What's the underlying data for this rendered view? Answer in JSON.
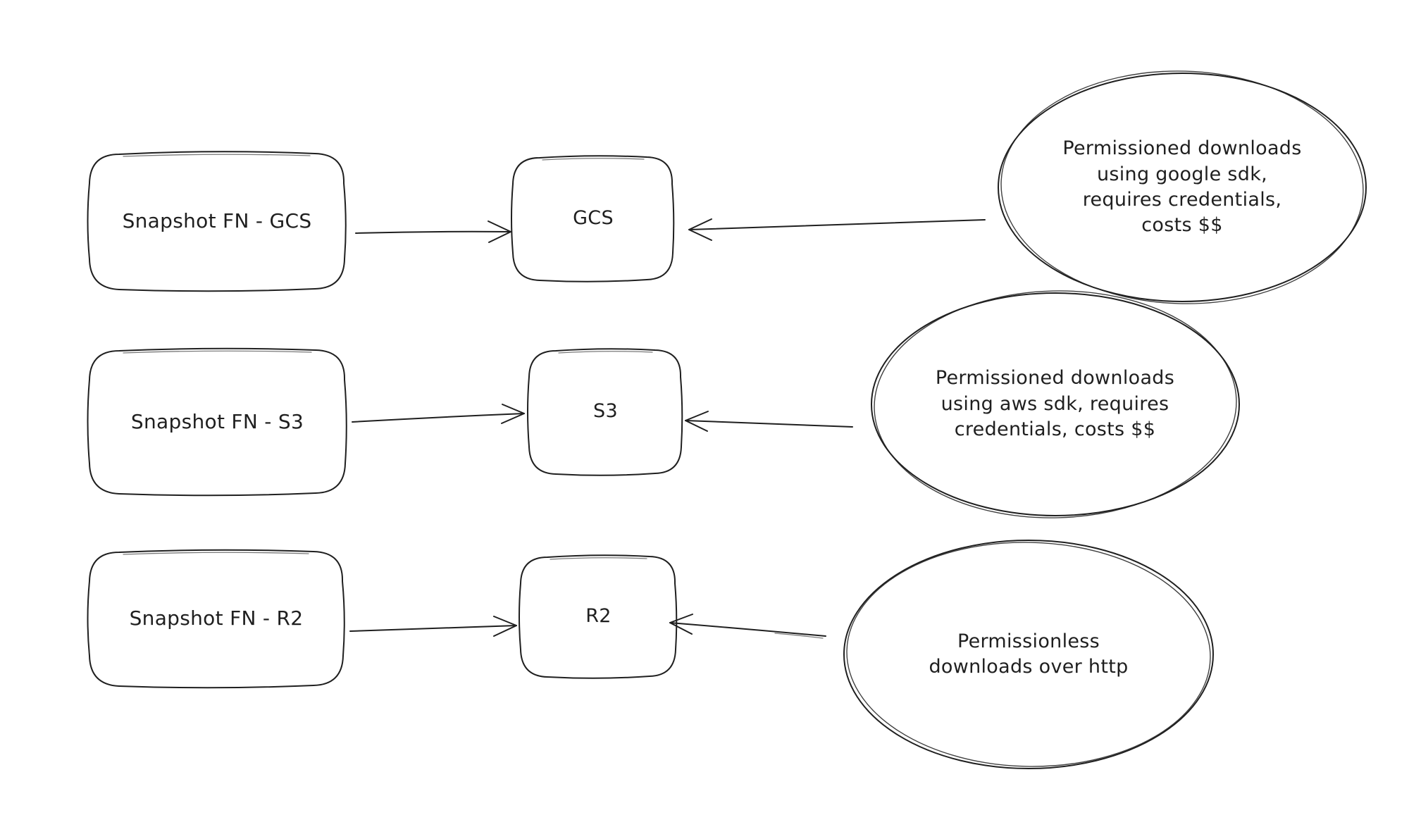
{
  "diagram": {
    "type": "flowchart",
    "background": "#ffffff",
    "stroke_color": "#1f1f1f",
    "nodes": [
      {
        "id": "snapshot-gcs",
        "shape": "rounded-rectangle",
        "label": "Snapshot FN - GCS"
      },
      {
        "id": "gcs",
        "shape": "rounded-rectangle",
        "label": "GCS"
      },
      {
        "id": "note-gcs",
        "shape": "ellipse",
        "label": "Permissioned downloads\nusing google sdk,\nrequires credentials,\ncosts $$"
      },
      {
        "id": "snapshot-s3",
        "shape": "rounded-rectangle",
        "label": "Snapshot FN - S3"
      },
      {
        "id": "s3",
        "shape": "rounded-rectangle",
        "label": "S3"
      },
      {
        "id": "note-s3",
        "shape": "ellipse",
        "label": "Permissioned downloads\nusing aws sdk, requires\ncredentials, costs $$"
      },
      {
        "id": "snapshot-r2",
        "shape": "rounded-rectangle",
        "label": "Snapshot FN - R2"
      },
      {
        "id": "r2",
        "shape": "rounded-rectangle",
        "label": "R2"
      },
      {
        "id": "note-r2",
        "shape": "ellipse",
        "label": "Permissionless\ndownloads over http"
      }
    ],
    "edges": [
      {
        "from": "snapshot-gcs",
        "to": "gcs"
      },
      {
        "from": "note-gcs",
        "to": "gcs"
      },
      {
        "from": "snapshot-s3",
        "to": "s3"
      },
      {
        "from": "note-s3",
        "to": "s3"
      },
      {
        "from": "snapshot-r2",
        "to": "r2"
      },
      {
        "from": "note-r2",
        "to": "r2"
      }
    ]
  }
}
